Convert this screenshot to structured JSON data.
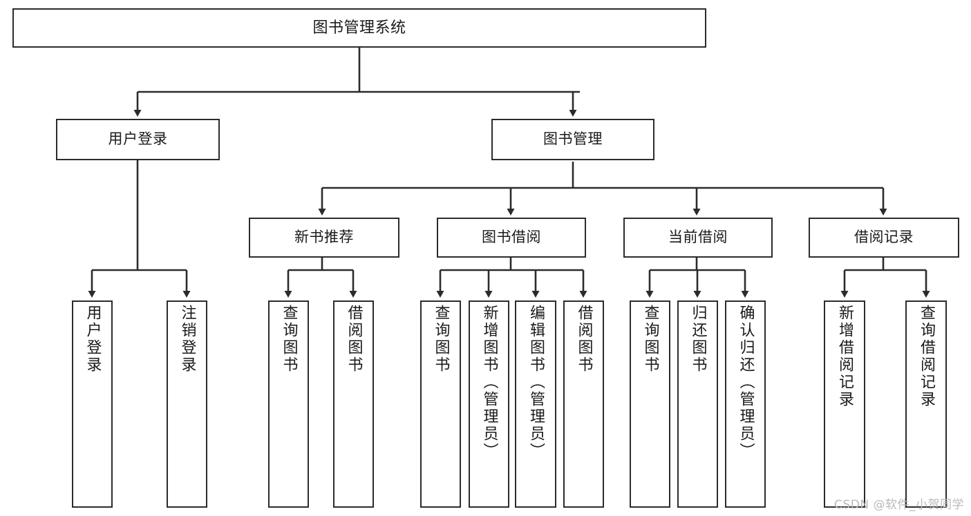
{
  "diagram": {
    "title": "图书管理系统",
    "watermark": "CSDN @软件_小贺同学",
    "line_color": "#2b2b2b",
    "box_fill": "#ffffff",
    "text_color": "#1a1a1a",
    "watermark_color": "#b9b9b9"
  },
  "root": {
    "label": "图书管理系统"
  },
  "level1": [
    {
      "label": "用户登录"
    },
    {
      "label": "图书管理"
    }
  ],
  "level2": [
    {
      "label": "新书推荐"
    },
    {
      "label": "图书借阅"
    },
    {
      "label": "当前借阅"
    },
    {
      "label": "借阅记录"
    }
  ],
  "leaves": {
    "user_login": [
      {
        "label": "用户登录"
      },
      {
        "label": "注销登录"
      }
    ],
    "new_book_recommend": [
      {
        "label": "查询图书"
      },
      {
        "label": "借阅图书"
      }
    ],
    "book_borrow": [
      {
        "label": "查询图书"
      },
      {
        "label": "新增图书（管理员）"
      },
      {
        "label": "编辑图书（管理员）"
      },
      {
        "label": "借阅图书"
      }
    ],
    "current_borrow": [
      {
        "label": "查询图书"
      },
      {
        "label": "归还图书"
      },
      {
        "label": "确认归还（管理员）"
      }
    ],
    "borrow_record": [
      {
        "label": "新增借阅记录"
      },
      {
        "label": "查询借阅记录"
      }
    ]
  }
}
